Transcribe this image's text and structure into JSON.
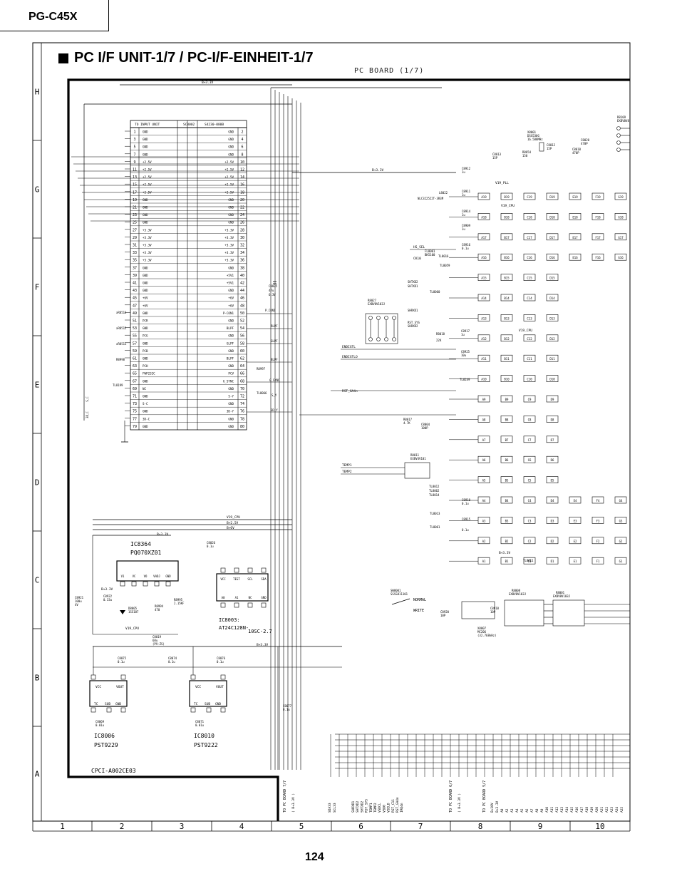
{
  "header": {
    "model": "PG-C45X"
  },
  "title": "PC I/F UNIT-1/7 / PC-I/F-EINHEIT-1/7",
  "board_label": "PC BOARD (1/7)",
  "page_number": "124",
  "grid": {
    "rows": [
      "H",
      "G",
      "F",
      "E",
      "D",
      "C",
      "B",
      "A"
    ],
    "columns": [
      "1",
      "2",
      "3",
      "4",
      "5",
      "6",
      "7",
      "8",
      "9",
      "10"
    ]
  },
  "connector": {
    "title": "TO INPUT UNIT",
    "ref": "SC8002",
    "part": "S4230-080B",
    "rows": [
      [
        "1",
        "GND",
        "GND",
        "2"
      ],
      [
        "3",
        "GND",
        "GND",
        "4"
      ],
      [
        "5",
        "GND",
        "GND",
        "6"
      ],
      [
        "7",
        "GND",
        "GND",
        "8"
      ],
      [
        "9",
        "+2.5V",
        "+2.5V",
        "10"
      ],
      [
        "11",
        "+2.5V",
        "+2.5V",
        "12"
      ],
      [
        "13",
        "+2.5V",
        "+2.5V",
        "14"
      ],
      [
        "15",
        "+2.5V",
        "+2.5V",
        "16"
      ],
      [
        "17",
        "+2.5V",
        "+2.5V",
        "18"
      ],
      [
        "19",
        "GND",
        "GND",
        "20"
      ],
      [
        "21",
        "GND",
        "GND",
        "22"
      ],
      [
        "23",
        "GND",
        "GND",
        "24"
      ],
      [
        "25",
        "GND",
        "GND",
        "26"
      ],
      [
        "27",
        "+3.3V",
        "+3.3V",
        "28"
      ],
      [
        "29",
        "+3.3V",
        "+3.3V",
        "30"
      ],
      [
        "31",
        "+3.3V",
        "+3.3V",
        "32"
      ],
      [
        "33",
        "+3.3V",
        "+3.3V",
        "34"
      ],
      [
        "35",
        "+3.3V",
        "+3.3V",
        "36"
      ],
      [
        "37",
        "GND",
        "GND",
        "38"
      ],
      [
        "39",
        "GND",
        "+5V1",
        "40"
      ],
      [
        "41",
        "GND",
        "+5V1",
        "42"
      ],
      [
        "43",
        "GND",
        "GND",
        "44"
      ],
      [
        "45",
        "+6V",
        "+6V",
        "46"
      ],
      [
        "47",
        "+6V",
        "+6V",
        "48"
      ],
      [
        "49",
        "GND",
        "P-CON1",
        "50"
      ],
      [
        "51",
        "PCR",
        "GND",
        "52"
      ],
      [
        "53",
        "GND",
        "BLPF",
        "54"
      ],
      [
        "55",
        "PCG",
        "GND",
        "56"
      ],
      [
        "57",
        "GND",
        "GLPF",
        "58"
      ],
      [
        "59",
        "PCB",
        "GND",
        "60"
      ],
      [
        "61",
        "GND",
        "BLPF",
        "62"
      ],
      [
        "63",
        "PCH",
        "GND",
        "64"
      ],
      [
        "65",
        "FWP232C",
        "PCV",
        "66"
      ],
      [
        "67",
        "GND",
        "G_SYNC",
        "68"
      ],
      [
        "69",
        "NC",
        "GND",
        "70"
      ],
      [
        "71",
        "GND",
        "S-Y",
        "72"
      ],
      [
        "73",
        "S-C",
        "GND",
        "74"
      ],
      [
        "75",
        "GND",
        "3D-Y",
        "76"
      ],
      [
        "77",
        "3D-C",
        "GND",
        "78"
      ],
      [
        "79",
        "GND",
        "GND",
        "80"
      ]
    ]
  },
  "ics": [
    {
      "ref": "IC8364",
      "part": "PQ070XZ01",
      "pins": [
        "V1",
        "VC",
        "VO",
        "VADJ",
        "GND"
      ]
    },
    {
      "ref": "IC8003",
      "part": "AT24C128N-",
      "suffix": "10SC-2.7",
      "pins_top": [
        "VCC",
        "TEST",
        "SCL",
        "SDA"
      ],
      "pins_bottom": [
        "A0",
        "A1",
        "NC",
        "GND"
      ]
    },
    {
      "ref": "IC8006",
      "part": "PST9229",
      "pins_top": [
        "VCC",
        "VOUT"
      ],
      "pins_bottom": [
        "TC",
        "SUB",
        "GND"
      ]
    },
    {
      "ref": "IC8010",
      "part": "PST9222",
      "pins_top": [
        "VCC",
        "VOUT"
      ],
      "pins_bottom": [
        "TC",
        "SUB",
        "GND"
      ]
    }
  ],
  "labels": {
    "rail_b33": "B+3.3V",
    "rail_b25": "B+2.5V",
    "rail_b6": "B+6V",
    "v19_cpu": "V19_CPU",
    "v19_pll": "V19_PLL",
    "hs_sel": "HS_SEL",
    "ck10": "CK10",
    "tl8060": "TL8060",
    "tl8249": "TL8249",
    "tl8013": "TL8013",
    "tl8061": "TL8061",
    "tl8011": "TL8011",
    "tl8016": "TL8016",
    "tl8059": "TL8059",
    "tl8199": "TL8199",
    "tl8066": "TL8066",
    "tl8012_group": [
      "TL8012",
      "TL8062",
      "TL8014"
    ],
    "temp1": "TEMP1",
    "temp2": "TEMP2",
    "rst_sys": "RST_SYS",
    "rst_gaa": "RST_GA4n",
    "endigtl": "ENDIGTL",
    "endigtlo": "ENDIGTLO",
    "shtxd2": "SHTXD2",
    "shrxd1": "SHRXD1",
    "shrxd2": "SHRXD2",
    "p_con1": "P_CON1",
    "rlpf": "RLPF",
    "glpf": "GLPF",
    "blpf": "BLPF",
    "g_sync": "G_SYNC",
    "s_y": "S_Y",
    "3d_y": "3D_Y",
    "s_c": "S_C",
    "3d_c": "3D_C",
    "sw_ref": "SW8001",
    "sw_part": "SSSS811101",
    "normal": "NORMAL",
    "write": "WRITE",
    "xtal1": "X8001",
    "xtal1_part": "DSX530G",
    "xtal1_freq": "16.588MHz",
    "xtal2": "X8007",
    "xtal2_part": "MC206",
    "xtal2_freq": "(32.768kHz)",
    "coil": "NLC322522T-3R3M",
    "fl8001": "FL8001",
    "fl8001_part": "BK5100",
    "r8027": "R8027",
    "r8027_part": "EXBV8V103J",
    "r8011": "R8011",
    "r8011_part": "EXBV4V101",
    "r8008": "R8008",
    "r8008_part": "EXBV8V103J",
    "r8001": "R8001",
    "r8001_part": "EXBV8V103J",
    "r8109": "R8109",
    "r8109_part": "EXBV8V8",
    "footer_code": "CPCI-A002CE03",
    "to_pc_board_7": "TO PC BOARD 7/7",
    "to_pc_board_6": "TO PC BOARD 6/7",
    "to_pc_board_5": "TO PC BOARD 5/7"
  },
  "bga_rows": [
    [
      "A19",
      "B19",
      "C19",
      "D19",
      "E19",
      "F19",
      "G19"
    ],
    [
      "A18",
      "B18",
      "C18",
      "D18",
      "E18",
      "F18",
      "G18"
    ],
    [
      "A17",
      "B17",
      "C17",
      "D17",
      "E17",
      "F17",
      "G17"
    ],
    [
      "A16",
      "B16",
      "C16",
      "D16",
      "E16",
      "F16",
      "G16"
    ],
    [
      "A15",
      "B15",
      "C15",
      "D15"
    ],
    [
      "A14",
      "B14",
      "C14",
      "D14"
    ],
    [
      "A13",
      "B13",
      "C13",
      "D13"
    ],
    [
      "A12",
      "B12",
      "C12",
      "D12"
    ],
    [
      "A11",
      "B11",
      "C11",
      "D11"
    ],
    [
      "A10",
      "B10",
      "C10",
      "D10"
    ],
    [
      "A9",
      "B9",
      "C9",
      "D9"
    ],
    [
      "A8",
      "B8",
      "C8",
      "D8"
    ],
    [
      "A7",
      "B7",
      "C7",
      "D7"
    ],
    [
      "A6",
      "B6",
      "C6",
      "D6"
    ],
    [
      "A5",
      "B5",
      "C5",
      "D5"
    ],
    [
      "A4",
      "B4",
      "C4",
      "D4",
      "E4",
      "F4",
      "G4"
    ],
    [
      "A3",
      "B3",
      "C3",
      "D3",
      "E3",
      "F3",
      "G3"
    ],
    [
      "A2",
      "B2",
      "C2",
      "D2",
      "E2",
      "F2",
      "G2"
    ],
    [
      "A1",
      "B1",
      "C1",
      "D1",
      "E1",
      "F1",
      "G1"
    ]
  ],
  "components": [
    {
      "ref": "C8035",
      "val": "47u 6.3V"
    },
    {
      "ref": "C8022",
      "val": "0.33u"
    },
    {
      "ref": "C8021",
      "val": "100u 4V"
    },
    {
      "ref": "D8005",
      "val": "1SS187"
    },
    {
      "ref": "R8994",
      "val": "470"
    },
    {
      "ref": "R8995",
      "val": "2.15KF"
    },
    {
      "ref": "C8019",
      "val": "68u (PV-ZS)"
    },
    {
      "ref": "C8026",
      "val": "0.1u"
    },
    {
      "ref": "C8075",
      "val": "0.1u"
    },
    {
      "ref": "C8074",
      "val": "0.1u"
    },
    {
      "ref": "C8076",
      "val": "0.1u"
    },
    {
      "ref": "C8077",
      "val": "0.1u"
    },
    {
      "ref": "C8069",
      "val": "0.01u"
    },
    {
      "ref": "C8071",
      "val": "0.01u"
    },
    {
      "ref": "R8017",
      "val": "4.7K"
    },
    {
      "ref": "C8004",
      "val": "100P"
    },
    {
      "ref": "R8018",
      "val": "22K"
    },
    {
      "ref": "C8917",
      "val": "1u"
    },
    {
      "ref": "C8925",
      "val": "10u"
    },
    {
      "ref": "C8910",
      "val": "0.1u"
    },
    {
      "ref": "C8915",
      "val": "0.1u"
    },
    {
      "ref": "C8920",
      "val": "10P"
    },
    {
      "ref": "C8918",
      "val": "10P"
    },
    {
      "ref": "C8013",
      "val": "15P"
    },
    {
      "ref": "R8654",
      "val": "150"
    },
    {
      "ref": "C8012",
      "val": "15P"
    },
    {
      "ref": "C8020",
      "val": "470P"
    },
    {
      "ref": "C8018",
      "val": "470P"
    },
    {
      "ref": "C8912",
      "val": "1u"
    },
    {
      "ref": "C8911",
      "val": "1u"
    },
    {
      "ref": "C8914",
      "val": "1u"
    },
    {
      "ref": "C8909",
      "val": "1u"
    },
    {
      "ref": "C8916",
      "val": "0.1u"
    },
    {
      "ref": "C8913",
      "val": "1u"
    },
    {
      "ref": "R8997",
      "val": "0"
    },
    {
      "ref": "R8998",
      "val": "0"
    },
    {
      "ref": "xR8513",
      "val": "0"
    },
    {
      "ref": "xR8512",
      "val": "0"
    },
    {
      "ref": "xR8511",
      "val": "0"
    }
  ],
  "bottom_signals": {
    "group1": [
      "B+3.3V"
    ],
    "group2": [
      "SDA33",
      "SCL33"
    ],
    "group3": [
      "SHRXD1",
      "SHTXD2",
      "SHTXD2",
      "RST_SYS",
      "TEMP1",
      "TEMP2",
      "VSDCL",
      "VSD0",
      "VSELD",
      "RST_C11",
      "RST_GA4n",
      "IRQ4n"
    ],
    "group4": [
      "B+3.3V"
    ],
    "group5": [
      "B+18V",
      "B+3.3V",
      "A0",
      "A2",
      "A3",
      "A4",
      "A5",
      "A6",
      "A7",
      "A8",
      "A9",
      "A10",
      "A11",
      "A12",
      "A13",
      "A14",
      "A15",
      "A16",
      "A17",
      "A18",
      "A19",
      "A20",
      "A21",
      "A22",
      "A23",
      "A24",
      "A25"
    ]
  }
}
